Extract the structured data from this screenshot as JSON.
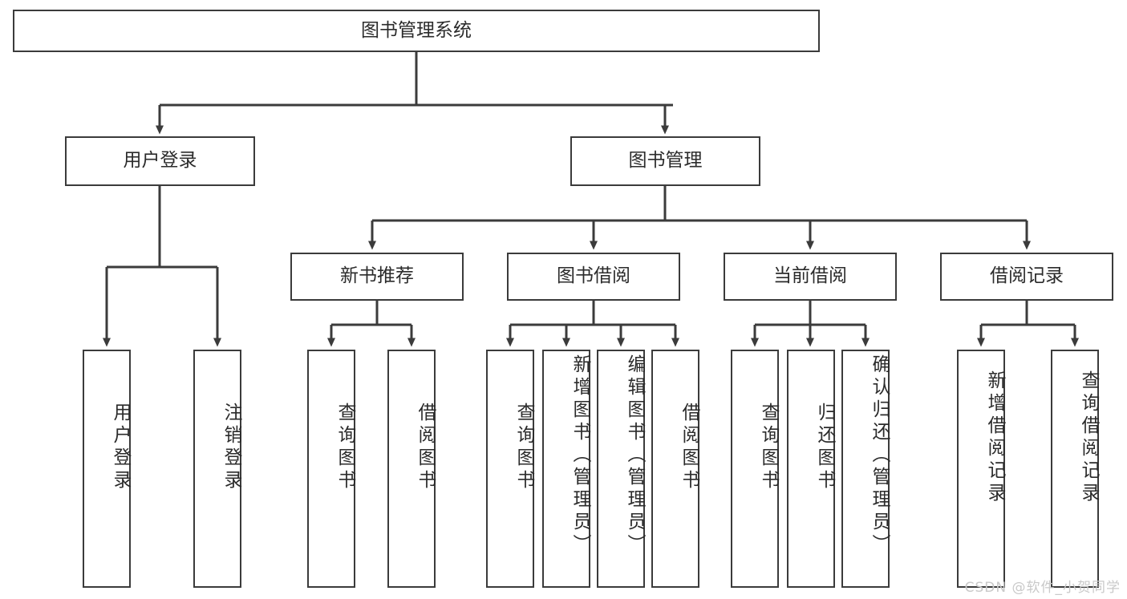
{
  "diagram": {
    "title": "图书管理系统",
    "type": "tree-hierarchy",
    "root": {
      "id": "root",
      "label": "图书管理系统"
    },
    "level2": [
      {
        "id": "user-login",
        "label": "用户登录"
      },
      {
        "id": "book-manage",
        "label": "图书管理"
      }
    ],
    "level3": [
      {
        "id": "new-book-rec",
        "label": "新书推荐"
      },
      {
        "id": "book-borrow",
        "label": "图书借阅"
      },
      {
        "id": "current-borrow",
        "label": "当前借阅"
      },
      {
        "id": "borrow-record",
        "label": "借阅记录"
      }
    ],
    "leaves": {
      "user_login": [
        {
          "id": "leaf-user-login",
          "label": "用户登录"
        },
        {
          "id": "leaf-logout-login",
          "label": "注销登录"
        }
      ],
      "new_book_rec": [
        {
          "id": "leaf-query-book-1",
          "label": "查询图书"
        },
        {
          "id": "leaf-borrow-book-1",
          "label": "借阅图书"
        }
      ],
      "book_borrow": [
        {
          "id": "leaf-query-book-2",
          "label": "查询图书"
        },
        {
          "id": "leaf-add-book",
          "label": "新增图书（管理员）"
        },
        {
          "id": "leaf-edit-book",
          "label": "编辑图书（管理员）"
        },
        {
          "id": "leaf-borrow-book-2",
          "label": "借阅图书"
        }
      ],
      "current_borrow": [
        {
          "id": "leaf-query-book-3",
          "label": "查询图书"
        },
        {
          "id": "leaf-return-book",
          "label": "归还图书"
        },
        {
          "id": "leaf-confirm-return",
          "label": "确认归还（管理员）"
        }
      ],
      "borrow_record": [
        {
          "id": "leaf-add-record",
          "label": "新增借阅记录"
        },
        {
          "id": "leaf-query-record",
          "label": "查询借阅记录"
        }
      ]
    },
    "colors": {
      "box_border": "#3b3b3b",
      "box_fill": "#ffffff",
      "connector": "#3b3b3b",
      "text": "#2b2b2b",
      "watermark": "#c9c9c9"
    }
  },
  "watermark": {
    "text": "CSDN @软件_小贺同学"
  }
}
